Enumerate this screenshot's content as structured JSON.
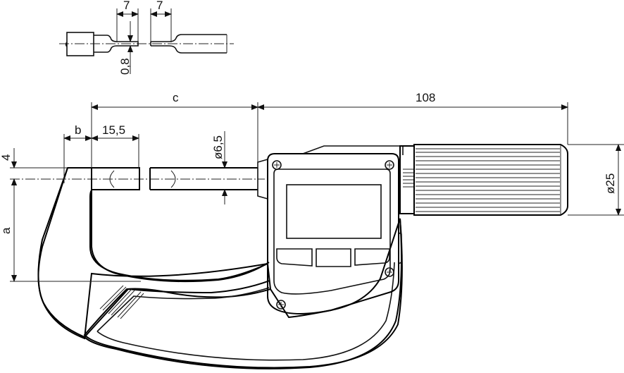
{
  "diagram": {
    "subject": "Digital outside micrometer",
    "detail_view": {
      "spindle_tip_length_left": "7",
      "spindle_tip_length_right": "7",
      "blade_thickness": "0,8"
    },
    "dimensions": {
      "b": "b",
      "anvil_length": "15,5",
      "c": "c",
      "spindle_diameter": "ø6,5",
      "overall_thimble_length": "108",
      "thimble_diameter": "ø25",
      "anvil_offset": "4",
      "a": "a"
    },
    "display_unit": {
      "screen": "LCD display",
      "buttons": [
        "left-button",
        "center-button",
        "right-button"
      ],
      "screws": 4
    },
    "colors": {
      "line": "#000000",
      "background": "#ffffff"
    }
  }
}
